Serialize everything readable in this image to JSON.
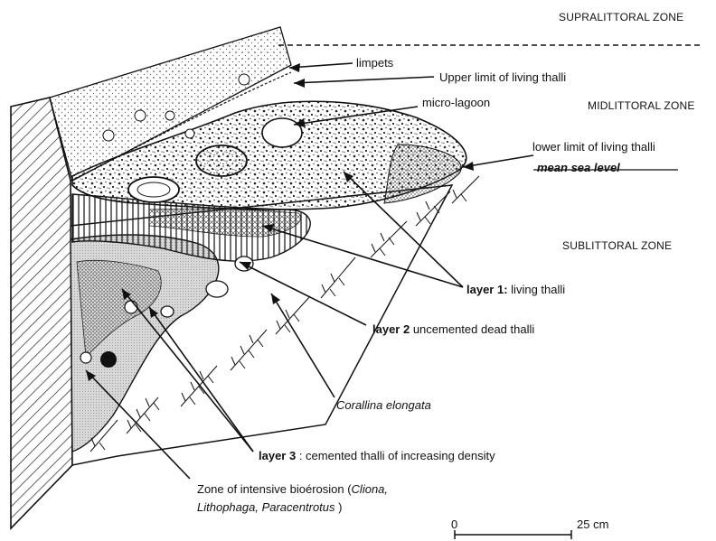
{
  "zones": {
    "supralittoral": "SUPRALITTORAL ZONE",
    "midlittoral": "MIDLITTORAL ZONE",
    "sublittoral": "SUBLITTORAL ZONE"
  },
  "labels": {
    "limpets": "limpets",
    "upper_limit": "Upper limit of living thalli",
    "micro_lagoon": "micro-lagoon",
    "lower_limit": "lower limit of living thalli",
    "mean_sea_level": "mean sea level",
    "layer1_name": "layer   1:",
    "layer1_desc": "living thalli",
    "layer2_name": "layer   2",
    "layer2_desc": "uncemented dead thalli",
    "corallina": "Corallina elongata",
    "layer3_name": "layer  3",
    "layer3_desc": ": cemented thalli of increasing density",
    "bioerosion_prefix": "Zone of intensive bioérosion (",
    "bioerosion_cliona": "Cliona,",
    "bioerosion_lithophaga": "Lithophaga,",
    "bioerosion_paracentrotus": "Paracentrotus",
    "bioerosion_suffix": ")"
  },
  "scale_bar": {
    "start": "0",
    "end": "25",
    "unit": "cm"
  }
}
